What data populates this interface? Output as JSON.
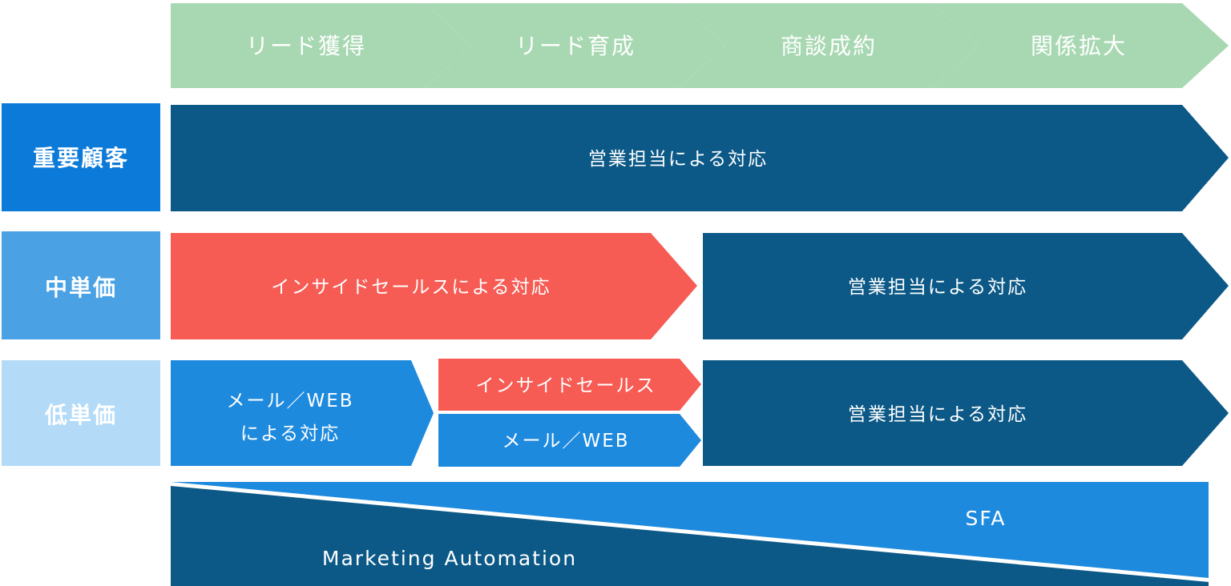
{
  "colors": {
    "stage": "#a8d8b2",
    "sales": "#0c5987",
    "inside": "#f65c54",
    "mail": "#1e8ade",
    "row_important": "#0c7ad8",
    "row_mid": "#4aa2e4",
    "row_low": "#b3dbf7",
    "mail_wedge": "#1e8ade",
    "ma_wedge": "#0c5987"
  },
  "stages": [
    "リード獲得",
    "リード育成",
    "商談成約",
    "関係拡大"
  ],
  "rows": {
    "important": {
      "label": "重要顧客",
      "sales": "営業担当による対応"
    },
    "mid": {
      "label": "中単価",
      "inside": "インサイドセールスによる対応",
      "sales": "営業担当による対応"
    },
    "low": {
      "label": "低単価",
      "mail_line1": "メール／WEB",
      "mail_line2": "による対応",
      "inside": "インサイドセールス",
      "mail": "メール／WEB",
      "sales": "営業担当による対応"
    }
  },
  "systems": {
    "sfa": "SFA",
    "ma": "Marketing Automation"
  }
}
